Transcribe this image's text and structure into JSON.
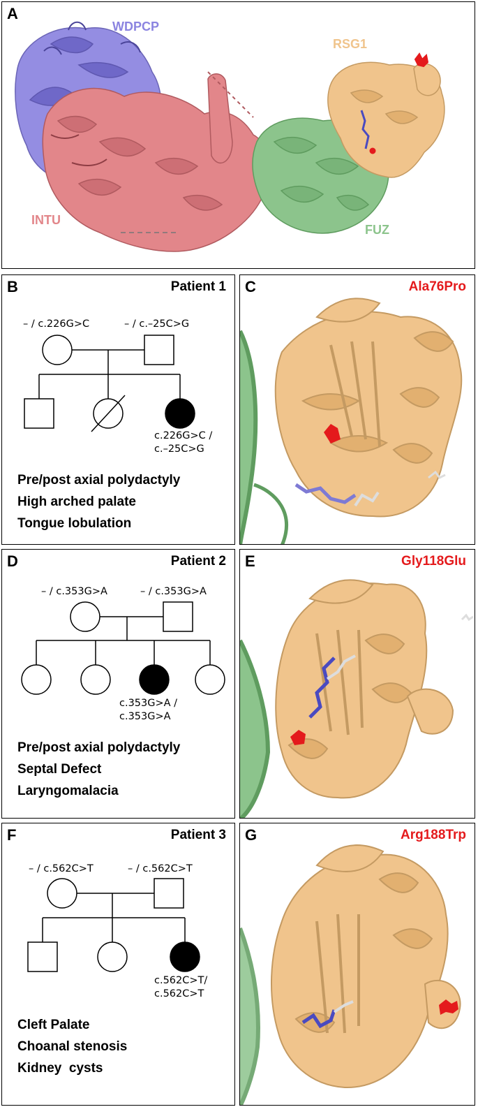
{
  "panel_a": {
    "label": "A",
    "proteins": {
      "wdpcp": "WDPCP",
      "rsg1": "RSG1",
      "intu": "INTU",
      "fuz": "FUZ"
    },
    "colors": {
      "wdpcp": "#8b84e0",
      "rsg1": "#f0c48c",
      "intu": "#e2868a",
      "fuz": "#8cc48c",
      "mutation": "#e41a1c"
    }
  },
  "patient1": {
    "label": "B",
    "title": "Patient 1",
    "mother_genotype": "– / c.226G>C",
    "father_genotype": "– / c.–25C>G",
    "proband_genotype_line1": "c.226G>C /",
    "proband_genotype_line2": "c.–25C>G",
    "phenotypes": [
      "Pre/post axial polydactyly",
      "High arched palate",
      "Tongue lobulation"
    ]
  },
  "structure1": {
    "label": "C",
    "mutation": "Ala76Pro"
  },
  "patient2": {
    "label": "D",
    "title": "Patient 2",
    "mother_genotype": "– / c.353G>A",
    "father_genotype": "– / c.353G>A",
    "proband_genotype_line1": "c.353G>A /",
    "proband_genotype_line2": "c.353G>A",
    "phenotypes": [
      "Pre/post axial polydactyly",
      "Septal Defect",
      "Laryngomalacia"
    ]
  },
  "structure2": {
    "label": "E",
    "mutation": "Gly118Glu"
  },
  "patient3": {
    "label": "F",
    "title": "Patient 3",
    "mother_genotype": "– / c.562C>T",
    "father_genotype": "– / c.562C>T",
    "proband_genotype_line1": "c.562C>T/",
    "proband_genotype_line2": "c.562C>T",
    "phenotypes": [
      "Cleft Palate",
      "Choanal stenosis",
      "Kidney  cysts"
    ]
  },
  "structure3": {
    "label": "G",
    "mutation": "Arg188Trp"
  }
}
